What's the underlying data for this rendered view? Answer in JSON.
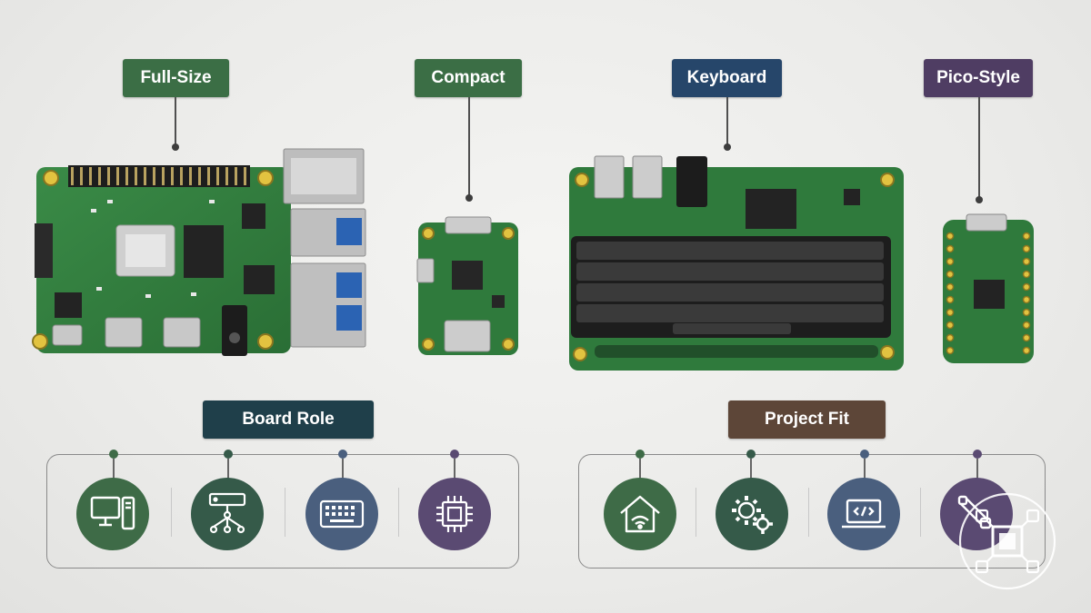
{
  "labels": {
    "full_size": "Full-Size",
    "compact": "Compact",
    "keyboard": "Keyboard",
    "pico_style": "Pico-Style",
    "board_role": "Board Role",
    "project_fit": "Project Fit"
  },
  "colors": {
    "green_label": "#3b6e45",
    "navy_label": "#26466a",
    "purple_label": "#4f3d63",
    "teal_label": "#1f3f4a",
    "brown_label": "#5d4638",
    "icon_green": "#3e6b47",
    "icon_darkgreen": "#355a49",
    "icon_slate": "#4a5f7e",
    "icon_purple": "#5a4a72",
    "pcb_green": "#2f7a3c"
  },
  "board_role_icons": [
    "desktop-computer-icon",
    "network-hierarchy-icon",
    "keyboard-icon",
    "microchip-icon"
  ],
  "project_fit_icons": [
    "smart-home-icon",
    "gears-icon",
    "laptop-code-icon",
    "robotics-icon"
  ]
}
